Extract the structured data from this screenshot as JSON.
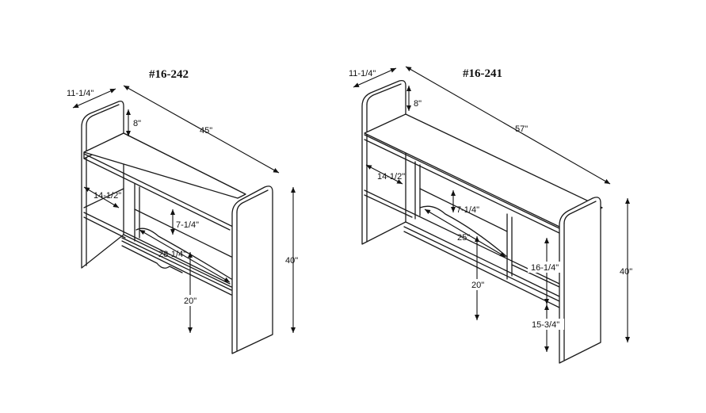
{
  "left_unit": {
    "model": "#16-242",
    "dims": {
      "depth": "11-1/4\"",
      "top_rise": "8\"",
      "width": "45\"",
      "height": "40\"",
      "upper_shelf": "14-1/2\"",
      "cubby": "7-1/4\"",
      "opening_width": "28-1/4\"",
      "clearance": "20\""
    }
  },
  "right_unit": {
    "model": "#16-241",
    "dims": {
      "depth": "11-1/4\"",
      "top_rise": "8\"",
      "width": "57\"",
      "height": "40\"",
      "upper_shelf": "14-1/2\"",
      "cubby": "7-1/4\"",
      "opening_width": "25\"",
      "clearance": "20\"",
      "side_cubby": "16-1/4\"",
      "bottom_gap": "15-3/4\""
    }
  }
}
